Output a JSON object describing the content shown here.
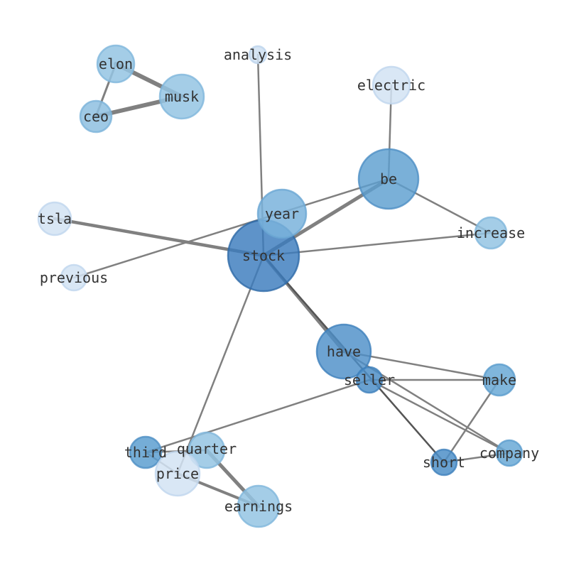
{
  "graph": {
    "nodes": [
      {
        "id": "stock",
        "label": "stock"
      },
      {
        "id": "be",
        "label": "be"
      },
      {
        "id": "have",
        "label": "have"
      },
      {
        "id": "year",
        "label": "year"
      },
      {
        "id": "musk",
        "label": "musk"
      },
      {
        "id": "elon",
        "label": "elon"
      },
      {
        "id": "ceo",
        "label": "ceo"
      },
      {
        "id": "analysis",
        "label": "analysis"
      },
      {
        "id": "electric",
        "label": "electric"
      },
      {
        "id": "tsla",
        "label": "tsla"
      },
      {
        "id": "increase",
        "label": "increase"
      },
      {
        "id": "previous",
        "label": "previous"
      },
      {
        "id": "seller",
        "label": "seller"
      },
      {
        "id": "make",
        "label": "make"
      },
      {
        "id": "third",
        "label": "third"
      },
      {
        "id": "quarter",
        "label": "quarter"
      },
      {
        "id": "price",
        "label": "price"
      },
      {
        "id": "earnings",
        "label": "earnings"
      },
      {
        "id": "short",
        "label": "short"
      },
      {
        "id": "company",
        "label": "company"
      }
    ],
    "edges": [
      {
        "source": "elon",
        "target": "musk"
      },
      {
        "source": "elon",
        "target": "ceo"
      },
      {
        "source": "ceo",
        "target": "musk"
      },
      {
        "source": "analysis",
        "target": "stock"
      },
      {
        "source": "electric",
        "target": "be"
      },
      {
        "source": "be",
        "target": "stock"
      },
      {
        "source": "be",
        "target": "increase"
      },
      {
        "source": "be",
        "target": "previous"
      },
      {
        "source": "tsla",
        "target": "stock"
      },
      {
        "source": "stock",
        "target": "increase"
      },
      {
        "source": "stock",
        "target": "have"
      },
      {
        "source": "stock",
        "target": "price"
      },
      {
        "source": "stock",
        "target": "short"
      },
      {
        "source": "have",
        "target": "make"
      },
      {
        "source": "have",
        "target": "company"
      },
      {
        "source": "seller",
        "target": "make"
      },
      {
        "source": "seller",
        "target": "third"
      },
      {
        "source": "seller",
        "target": "company"
      },
      {
        "source": "make",
        "target": "short"
      },
      {
        "source": "short",
        "target": "company"
      },
      {
        "source": "third",
        "target": "quarter"
      },
      {
        "source": "third",
        "target": "price"
      },
      {
        "source": "quarter",
        "target": "earnings"
      },
      {
        "source": "price",
        "target": "earnings"
      }
    ]
  }
}
